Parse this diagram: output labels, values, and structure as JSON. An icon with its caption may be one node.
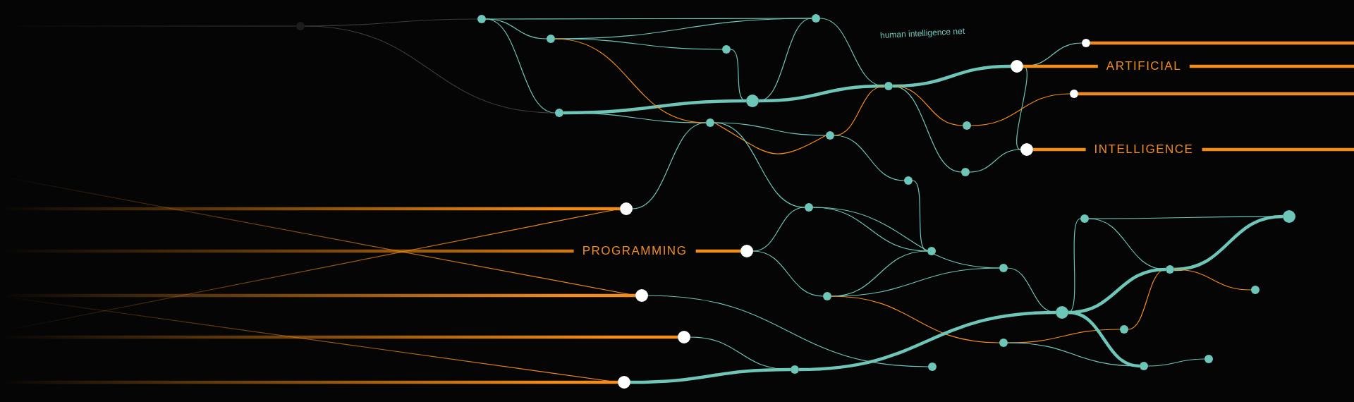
{
  "diagram": {
    "nodes": [
      {
        "text": [],
        "shape": "circle"
      },
      {
        "text": [],
        "shape": "circle"
      },
      {
        "text": [],
        "shape": "circle"
      },
      {
        "text": [],
        "shape": "circle"
      },
      {
        "text": [],
        "shape": "circle"
      },
      {
        "text": [],
        "shape": "circle"
      },
      {
        "text": [],
        "shape": "circle"
      },
      {
        "text": [],
        "shape": "circle"
      },
      {
        "text": [],
        "shape": "circle"
      },
      {
        "text": [],
        "shape": "circle"
      },
      {
        "text": [],
        "shape": "circle"
      },
      {
        "text": [],
        "shape": "circle"
      },
      {
        "text": [],
        "shape": "circle"
      },
      {
        "text": [],
        "shape": "circle"
      },
      {
        "text": [],
        "shape": "circle"
      },
      {
        "text": [],
        "shape": "circle"
      },
      {
        "text": [],
        "shape": "circle"
      },
      {
        "text": [],
        "shape": "circle"
      },
      {
        "text": [],
        "shape": "circle"
      },
      {
        "text": [],
        "shape": "circle"
      },
      {
        "text": [],
        "shape": "circle"
      },
      {
        "text": [],
        "shape": "circle"
      },
      {
        "text": [],
        "shape": "circle"
      },
      {
        "text": [],
        "shape": "circle"
      },
      {
        "text": [],
        "shape": "circle"
      },
      {
        "text": [],
        "shape": "circle"
      },
      {
        "text": [],
        "shape": "circle"
      },
      {
        "text": [],
        "shape": "circle"
      },
      {
        "text": [],
        "shape": "circle"
      },
      {
        "text": [],
        "shape": "circle"
      },
      {
        "text": [],
        "shape": "circle"
      },
      {
        "text": [],
        "shape": "circle"
      },
      {
        "text": [],
        "shape": "circle"
      },
      {
        "text": [],
        "shape": "circle"
      },
      {
        "text": [],
        "shape": "circle"
      },
      {
        "text": [],
        "shape": "circle"
      },
      {
        "text": [],
        "shape": "circle"
      }
    ],
    "edges": [
      {
        "from": 36,
        "to": 0,
        "arrow": "none",
        "color": "#3a3a3a"
      },
      {
        "from": 0,
        "to": 1,
        "arrow": "none"
      },
      {
        "from": 0,
        "to": 2,
        "arrow": "none"
      },
      {
        "from": 1,
        "to": 2,
        "arrow": "none"
      },
      {
        "from": 1,
        "to": 3,
        "arrow": "none"
      },
      {
        "from": 0,
        "to": 4,
        "arrow": "none"
      },
      {
        "from": 4,
        "to": 5,
        "arrow": "none",
        "style": "thick"
      },
      {
        "from": 4,
        "to": 6,
        "arrow": "none"
      },
      {
        "from": 1,
        "to": 6,
        "arrow": "none",
        "color": "#f28c1c"
      },
      {
        "from": 3,
        "to": 5,
        "arrow": "none"
      },
      {
        "from": 2,
        "to": 5,
        "arrow": "none"
      },
      {
        "from": 5,
        "to": 7,
        "arrow": "none",
        "style": "thick"
      },
      {
        "from": 2,
        "to": 7,
        "arrow": "none"
      },
      {
        "from": 7,
        "to": 12,
        "arrow": "none",
        "style": "thick"
      },
      {
        "from": 12,
        "to": 13,
        "arrow": "none"
      },
      {
        "from": 12,
        "to": 15,
        "arrow": "none"
      },
      {
        "from": 6,
        "to": 8,
        "arrow": "none"
      },
      {
        "from": 6,
        "to": 8,
        "arrow": "none",
        "color": "#f28c1c"
      },
      {
        "from": 8,
        "to": 7,
        "arrow": "none",
        "color": "#f28c1c"
      },
      {
        "from": 7,
        "to": 9,
        "arrow": "none",
        "color": "#f28c1c"
      },
      {
        "from": 9,
        "to": 14,
        "arrow": "none",
        "color": "#f28c1c"
      },
      {
        "from": 7,
        "to": 10,
        "arrow": "none"
      },
      {
        "from": 8,
        "to": 11,
        "arrow": "none"
      },
      {
        "from": 11,
        "to": 22,
        "arrow": "none"
      },
      {
        "from": 6,
        "to": 16,
        "arrow": "none"
      },
      {
        "from": 6,
        "to": 21,
        "arrow": "none"
      },
      {
        "from": 17,
        "to": 21,
        "arrow": "none"
      },
      {
        "from": 17,
        "to": 23,
        "arrow": "none"
      },
      {
        "from": 21,
        "to": 22,
        "arrow": "none"
      },
      {
        "from": 21,
        "to": 24,
        "arrow": "none"
      },
      {
        "from": 23,
        "to": 22,
        "arrow": "none"
      },
      {
        "from": 23,
        "to": 24,
        "arrow": "none"
      },
      {
        "from": 24,
        "to": 25,
        "arrow": "none"
      },
      {
        "from": 23,
        "to": 31,
        "arrow": "none",
        "color": "#f28c1c"
      },
      {
        "from": 31,
        "to": 30,
        "arrow": "none",
        "color": "#f28c1c"
      },
      {
        "from": 30,
        "to": 27,
        "arrow": "none",
        "color": "#f28c1c"
      },
      {
        "from": 25,
        "to": 26,
        "arrow": "none"
      },
      {
        "from": 25,
        "to": 27,
        "arrow": "none",
        "style": "thick"
      },
      {
        "from": 26,
        "to": 28,
        "arrow": "none"
      },
      {
        "from": 27,
        "to": 28,
        "arrow": "none",
        "style": "thick"
      },
      {
        "from": 27,
        "to": 29,
        "arrow": "none",
        "color": "#f28c1c"
      },
      {
        "from": 26,
        "to": 27,
        "arrow": "none"
      },
      {
        "from": 18,
        "to": 33,
        "arrow": "none"
      },
      {
        "from": 19,
        "to": 32,
        "arrow": "none"
      },
      {
        "from": 20,
        "to": 32,
        "arrow": "none",
        "style": "thick"
      },
      {
        "from": 32,
        "to": 25,
        "arrow": "none",
        "style": "thick"
      },
      {
        "from": 31,
        "to": 34,
        "arrow": "none"
      },
      {
        "from": 34,
        "to": 35,
        "arrow": "none"
      },
      {
        "from": 25,
        "to": 34,
        "arrow": "none",
        "style": "thick"
      },
      {
        "from": 15,
        "to": 10,
        "arrow": "none"
      },
      {
        "from": null,
        "to": 36,
        "arrow": "none",
        "color": "#3a3a3a"
      },
      {
        "from": 12,
        "to": null,
        "arrow": "none",
        "label": "ARTIFICIAL",
        "style": "thick",
        "color": "#f28c1c"
      },
      {
        "from": 13,
        "to": null,
        "arrow": "none",
        "style": "thick",
        "color": "#f28c1c"
      },
      {
        "from": 14,
        "to": null,
        "arrow": "none",
        "style": "thick",
        "color": "#f28c1c"
      },
      {
        "from": 15,
        "to": null,
        "arrow": "none",
        "label": "INTELLIGENCE",
        "style": "thick",
        "color": "#f28c1c"
      },
      {
        "from": null,
        "to": 16,
        "arrow": "none",
        "style": "thick",
        "color": "#f28c1c"
      },
      {
        "from": null,
        "to": 17,
        "arrow": "none",
        "label": "PROGRAMMING",
        "style": "thick",
        "color": "#f28c1c"
      },
      {
        "from": null,
        "to": 18,
        "arrow": "none",
        "style": "thick",
        "color": "#f28c1c"
      },
      {
        "from": null,
        "to": 19,
        "arrow": "none",
        "style": "thick",
        "color": "#f28c1c"
      },
      {
        "from": null,
        "to": 20,
        "arrow": "none",
        "style": "thick",
        "color": "#f28c1c"
      },
      {
        "from": null,
        "to": 18,
        "arrow": "none",
        "color": "#f28c1c"
      },
      {
        "from": null,
        "to": 20,
        "arrow": "none",
        "color": "#f28c1c"
      },
      {
        "from": null,
        "to": 16,
        "arrow": "none",
        "color": "#f28c1c"
      },
      {
        "from": 36,
        "to": 4,
        "arrow": "none",
        "color": "#3a3a3a"
      }
    ],
    "labels": [
      "human intelligence net"
    ]
  }
}
